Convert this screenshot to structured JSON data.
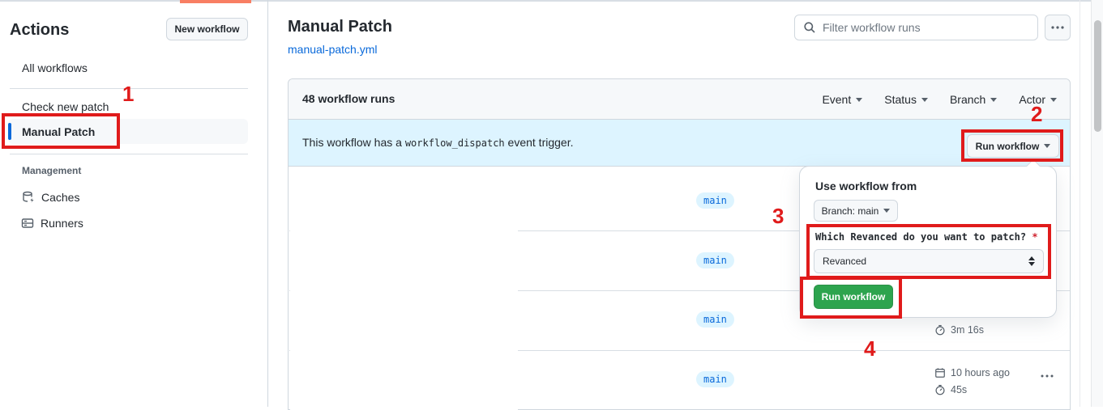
{
  "sidebar": {
    "title": "Actions",
    "new_workflow_button": "New workflow",
    "items": [
      {
        "label": "All workflows"
      },
      {
        "label": "Check new patch"
      },
      {
        "label": "Manual Patch",
        "selected": true
      }
    ],
    "management": {
      "header": "Management",
      "items": [
        {
          "label": "Caches",
          "icon": "cache-icon"
        },
        {
          "label": "Runners",
          "icon": "runners-icon"
        }
      ]
    }
  },
  "header": {
    "title": "Manual Patch",
    "file_link": "manual-patch.yml",
    "filter_placeholder": "Filter workflow runs"
  },
  "runs_panel": {
    "count_label": "48 workflow runs",
    "filters": [
      {
        "label": "Event"
      },
      {
        "label": "Status"
      },
      {
        "label": "Branch"
      },
      {
        "label": "Actor"
      }
    ],
    "banner": {
      "text_before": "This workflow has a",
      "code": "workflow_dispatch",
      "text_after": "event trigger.",
      "run_workflow_button": "Run workflow"
    },
    "rows": [
      {
        "branch": "main"
      },
      {
        "branch": "main"
      },
      {
        "branch": "main",
        "duration": "3m 16s"
      },
      {
        "branch": "main",
        "time": "10 hours ago",
        "duration": "45s"
      }
    ]
  },
  "popover": {
    "use_workflow_from": "Use workflow from",
    "branch_button": "Branch: main",
    "input_label": "Which Revanced do you want to patch?",
    "required_mark": "*",
    "select_value": "Revanced",
    "run_button": "Run workflow"
  },
  "annotations": {
    "step1": "1",
    "step2": "2",
    "step3": "3",
    "step4": "4",
    "color": "#e01b1b"
  },
  "colors": {
    "accent_blue": "#0969da",
    "banner_blue": "#ddf4ff",
    "green": "#2da44e",
    "border": "#d0d7de",
    "loading_orange": "#f87e63"
  }
}
